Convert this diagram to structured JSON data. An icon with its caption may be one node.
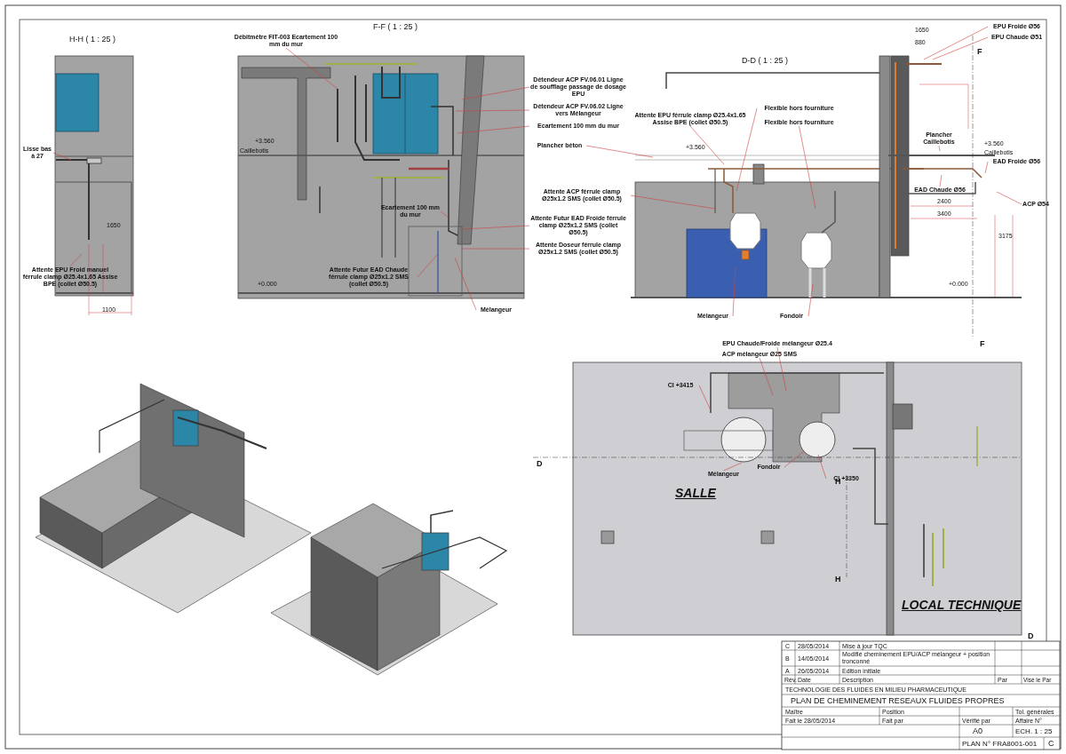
{
  "diagram": {
    "title": "PLAN DE CHEMINEMENT RESEAUX FLUIDES PROPRES",
    "nodes": [
      {
        "text": [
          "SALLE"
        ]
      },
      {
        "text": [
          "LOCAL TECHNIQUE"
        ]
      },
      {
        "text": [
          "Lisse bas à 27"
        ]
      },
      {
        "text": [
          "Attente EPU Froid manuel férrule clamp Ø25.4x1.65 Assise BPE (collet Ø50.5)"
        ]
      },
      {
        "text": [
          "Débitmètre FIT-003 Ecartement 100 mm du mur"
        ]
      },
      {
        "text": [
          "Détendeur ACP FV.06.01 Ligne de soufflage passage de dosage EPU"
        ]
      },
      {
        "text": [
          "Détendeur ACP FV.06.02 Ligne vers Mélangeur"
        ]
      },
      {
        "text": [
          "Ecartement 100 mm du mur"
        ]
      },
      {
        "text": [
          "Ecartement 100 mm du mur"
        ]
      },
      {
        "text": [
          "Attente Futur EAD Froide férrule clamp Ø25x1.2 SMS (collet Ø50.5)"
        ]
      },
      {
        "text": [
          "Attente Doseur férrule clamp Ø25x1.2 SMS (collet Ø50.5)"
        ]
      },
      {
        "text": [
          "Attente Futur EAD Chaude férrule clamp Ø25x1.2 SMS (collet Ø50.5)"
        ]
      },
      {
        "text": [
          "Mélangeur"
        ]
      },
      {
        "text": [
          "Plancher béton"
        ]
      },
      {
        "text": [
          "Attente EPU férrule clamp Ø25.4x1.65 Assise BPE (collet Ø50.5)"
        ]
      },
      {
        "text": [
          "Attente ACP férrule clamp Ø25x1.2 SMS (collet Ø50.5)"
        ]
      },
      {
        "text": [
          "Flexible hors fourniture"
        ]
      },
      {
        "text": [
          "Flexible hors fourniture"
        ]
      },
      {
        "text": [
          "Mélangeur"
        ]
      },
      {
        "text": [
          "Fondoir"
        ]
      },
      {
        "text": [
          "EPU Froide Ø56"
        ]
      },
      {
        "text": [
          "EPU Chaude Ø51"
        ]
      },
      {
        "text": [
          "Plancher Caillebotis"
        ]
      },
      {
        "text": [
          "EAD Froide Ø56"
        ]
      },
      {
        "text": [
          "EAD Chaude Ø56"
        ]
      },
      {
        "text": [
          "ACP Ø54"
        ]
      },
      {
        "text": [
          "EPU Chaude/Froide mélangeur Ø25.4"
        ]
      },
      {
        "text": [
          "ACP mélangeur Ø25 SMS"
        ]
      },
      {
        "text": [
          "CI +3415"
        ]
      },
      {
        "text": [
          "CI +3350"
        ]
      },
      {
        "text": [
          "Mélangeur"
        ]
      },
      {
        "text": [
          "Fondoir"
        ]
      }
    ],
    "edges": [
      {
        "from": 2,
        "to": null,
        "arrow": "none"
      },
      {
        "from": 3,
        "to": null,
        "arrow": "none"
      },
      {
        "from": 4,
        "to": null,
        "arrow": "none"
      },
      {
        "from": 5,
        "to": null,
        "arrow": "none"
      },
      {
        "from": 6,
        "to": null,
        "arrow": "none"
      },
      {
        "from": 7,
        "to": null,
        "arrow": "none"
      },
      {
        "from": 8,
        "to": null,
        "arrow": "none"
      },
      {
        "from": 9,
        "to": null,
        "arrow": "none"
      },
      {
        "from": 10,
        "to": null,
        "arrow": "none"
      },
      {
        "from": 11,
        "to": null,
        "arrow": "none"
      },
      {
        "from": 12,
        "to": null,
        "arrow": "none"
      },
      {
        "from": 13,
        "to": null,
        "arrow": "none"
      },
      {
        "from": 14,
        "to": null,
        "arrow": "none"
      },
      {
        "from": 15,
        "to": null,
        "arrow": "none"
      },
      {
        "from": 16,
        "to": null,
        "arrow": "none"
      },
      {
        "from": 17,
        "to": null,
        "arrow": "none"
      },
      {
        "from": 18,
        "to": null,
        "arrow": "none"
      },
      {
        "from": 19,
        "to": null,
        "arrow": "none"
      },
      {
        "from": 20,
        "to": null,
        "arrow": "none"
      },
      {
        "from": 21,
        "to": null,
        "arrow": "none"
      },
      {
        "from": 22,
        "to": null,
        "arrow": "none"
      },
      {
        "from": 23,
        "to": null,
        "arrow": "none"
      },
      {
        "from": 24,
        "to": null,
        "arrow": "none"
      },
      {
        "from": 25,
        "to": null,
        "arrow": "none"
      },
      {
        "from": 26,
        "to": null,
        "arrow": "none"
      },
      {
        "from": 27,
        "to": null,
        "arrow": "none"
      },
      {
        "from": 28,
        "to": null,
        "arrow": "none"
      },
      {
        "from": 29,
        "to": null,
        "arrow": "none"
      },
      {
        "from": 30,
        "to": null,
        "arrow": "none"
      },
      {
        "from": 31,
        "to": null,
        "arrow": "none"
      }
    ],
    "labels": [
      "H-H ( 1 : 25 )",
      "F-F ( 1 : 25 )",
      "D-D ( 1 : 25 )",
      "+3.560",
      "Caillebotis",
      "+0.000",
      "1100",
      "1650",
      "+3.560",
      "1650",
      "880",
      "+3.560",
      "Caillebotis",
      "2400",
      "3400",
      "+0.000",
      "3175",
      "D",
      "D",
      "H",
      "H",
      "F",
      "F",
      "C",
      "28/05/2014",
      "Mise à jour TQC",
      "B",
      "14/05/2014",
      "Modifié cheminement EPU/ACP mélangeur + position tronconné",
      "A",
      "26/05/2014",
      "Edition initiale",
      "Rév.",
      "Date",
      "Description",
      "Par",
      "Visé le Par",
      "TECHNOLOGIE DES FLUIDES EN MILIEU PHARMACEUTIQUE",
      "Maître",
      "Position",
      "Tol. générales",
      "Fait le 28/05/2014",
      "Fait par",
      "Vérifié par",
      "Affaire N°",
      "A0",
      "ECH. 1 : 25",
      "PLAN N° FRA8001-001",
      "C"
    ]
  }
}
